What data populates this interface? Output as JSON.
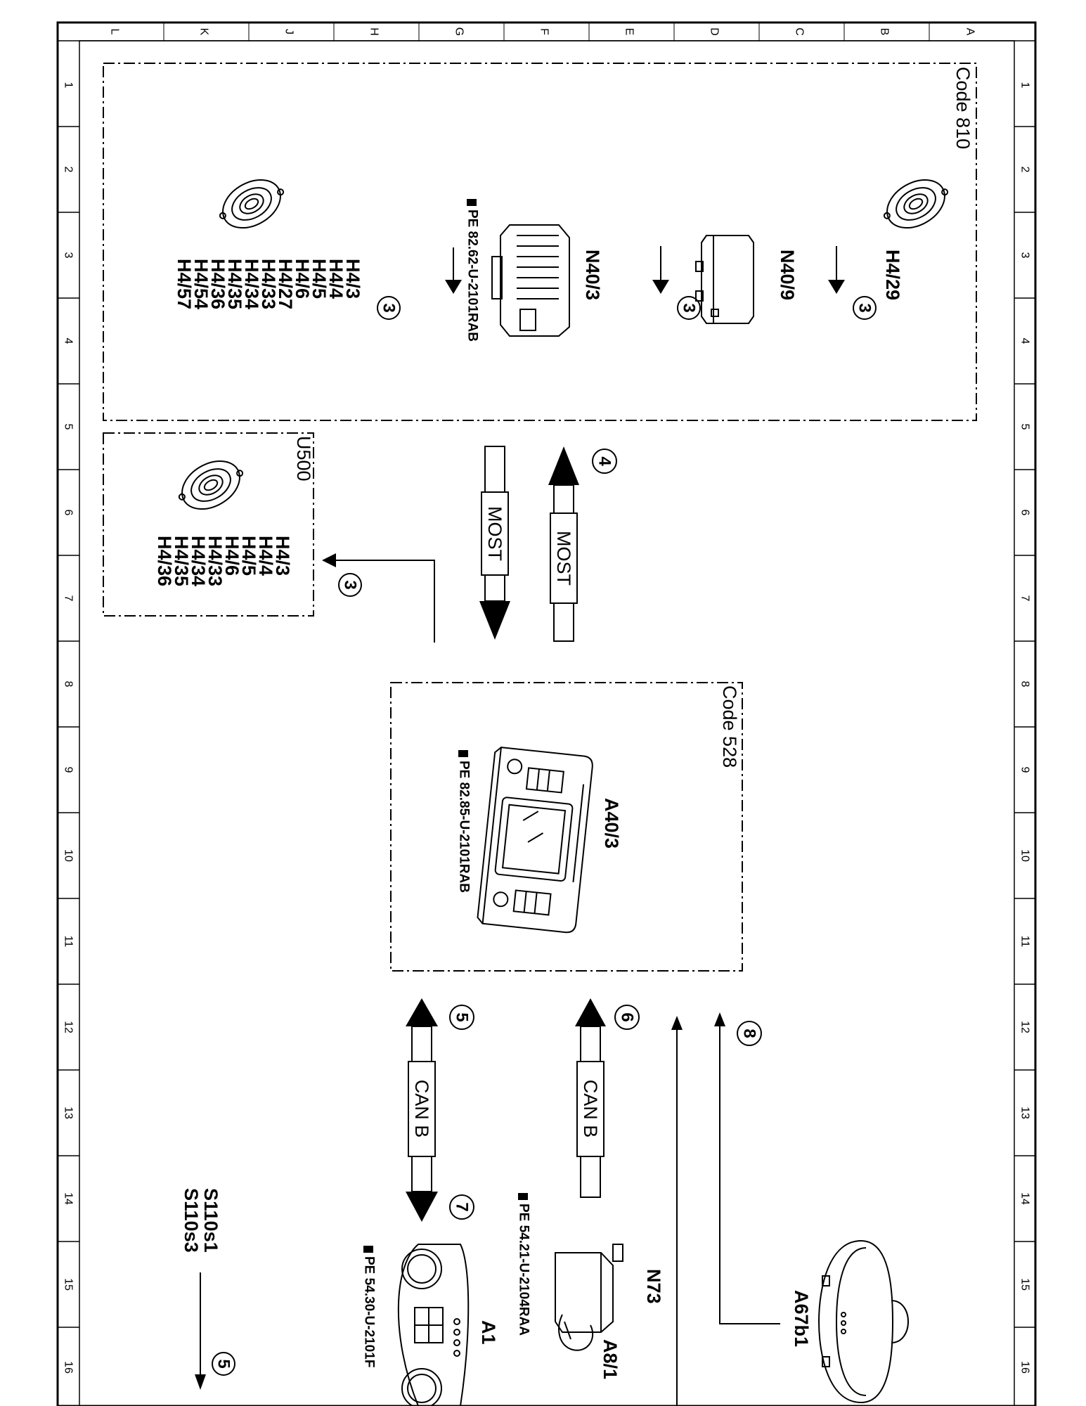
{
  "diagram": {
    "columns": [
      "L",
      "K",
      "J",
      "H",
      "G",
      "F",
      "E",
      "D",
      "C",
      "B",
      "A"
    ],
    "rows": [
      "1",
      "2",
      "3",
      "4",
      "5",
      "6",
      "7",
      "8",
      "9",
      "10",
      "11",
      "12",
      "13",
      "14",
      "15",
      "16"
    ],
    "groups": {
      "code810": "Code 810",
      "u500": "U500",
      "code528": "Code 528"
    },
    "components": {
      "h4_29": "H4/29",
      "n40_9": "N40/9",
      "n40_3": "N40/3",
      "n40_3_ref": "PE 82.62-U-2101RAB",
      "a40_3": "A40/3",
      "a40_3_ref": "PE 82.85-U-2101RAB",
      "n73": "N73",
      "a8_1": "A8/1",
      "n73_ref": "PE 54.21-U-2104RAA",
      "a1": "A1",
      "a1_ref": "PE 54.30-U-2101F",
      "a67b1": "A67b1",
      "s110s1": "S110s1",
      "s110s3": "S110s3"
    },
    "speaker_lists": {
      "code810": [
        "H4/3",
        "H4/4",
        "H4/5",
        "H4/6",
        "H4/27",
        "H4/33",
        "H4/34",
        "H4/35",
        "H4/36",
        "H4/54",
        "H4/57"
      ],
      "u500": [
        "H4/3",
        "H4/4",
        "H4/5",
        "H4/6",
        "H4/33",
        "H4/34",
        "H4/35",
        "H4/36"
      ]
    },
    "buses": {
      "most_a": "MOST",
      "most_b": "MOST",
      "can_a": "CAN B",
      "can_b": "CAN B"
    },
    "callouts": {
      "c3a": "3",
      "c3b": "3",
      "c3c": "3",
      "c3d": "3",
      "c4": "4",
      "c5": "5",
      "c6": "6",
      "c7": "7",
      "c8": "8",
      "c5b": "5"
    }
  }
}
